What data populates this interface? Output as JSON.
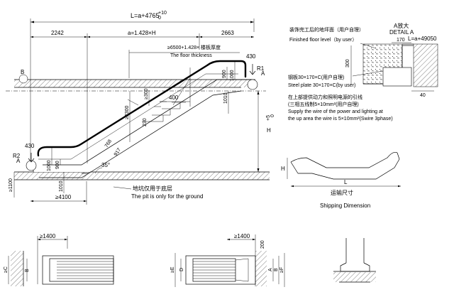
{
  "total_length": "L=a+4765",
  "total_tol_top": "+10",
  "total_tol_bot": "0",
  "dim_left": "2242",
  "dim_middle": "a=1.428×H",
  "dim_right": "2663",
  "floor_thick_cn": "≥6500+1.428× 楼板厚度",
  "floor_thick_en": "The floor thickness",
  "top_430": "430",
  "top_900": "900",
  "top_1000": "1000",
  "top_r1": "R1",
  "top_a": "A",
  "bottom_430": "430",
  "bottom_r2": "R2",
  "bottom_a": "A",
  "bottom_1000": "1000",
  "bottom_900": "900",
  "side_b": "B",
  "d300": "≥300",
  "d2300": "≥2300",
  "d230": "230",
  "d400": "400",
  "d1010_top": "1010",
  "d1010_bot": "1010",
  "d_h": "H",
  "d_tol_top": "+5",
  "d_tol_bot": "0",
  "d768": "768",
  "d917": "917",
  "angle": "35°",
  "d1100": "≥1100",
  "d4100": "≥4100",
  "pit_cn": "地坑仅用于底层",
  "pit_en": "The pit is only for the ground",
  "floor_cn": "装饰完工后的地坪面（用户自理）",
  "floor_en": "Finished floor level（by user）",
  "detail_cn": "A放大",
  "detail_en": "DETAIL A",
  "detail_l": "L=a+49050",
  "detail_170": "170",
  "detail_300": "300",
  "detail_40": "40",
  "plate_cn": "钢板30×170×C(用户自理)",
  "plate_en": "Steel plate 30×170×C(by user)",
  "power_cn1": "在上部提供动力和照明电源的引线",
  "power_cn2": "(三相五线制5×10mm²(用户自理)",
  "power_en1": "Supply the wire of the power and lighting at",
  "power_en2": "the up area the wire is 5×10mm²(Swire 3phase)",
  "ship_h": "H",
  "ship_l": "L",
  "ship_cn": "运输尺寸",
  "ship_en": "Shipping Dimension",
  "plan1_1400": "≥1400",
  "plan1_c": "≥C",
  "plan1_b": "B",
  "plan2_1400": "≥1400",
  "plan2_200": "200",
  "plan2_e": "≥E",
  "plan2_d": "D",
  "plan2_a": "A",
  "plan2_b": "B",
  "plan2_f": "≥F"
}
